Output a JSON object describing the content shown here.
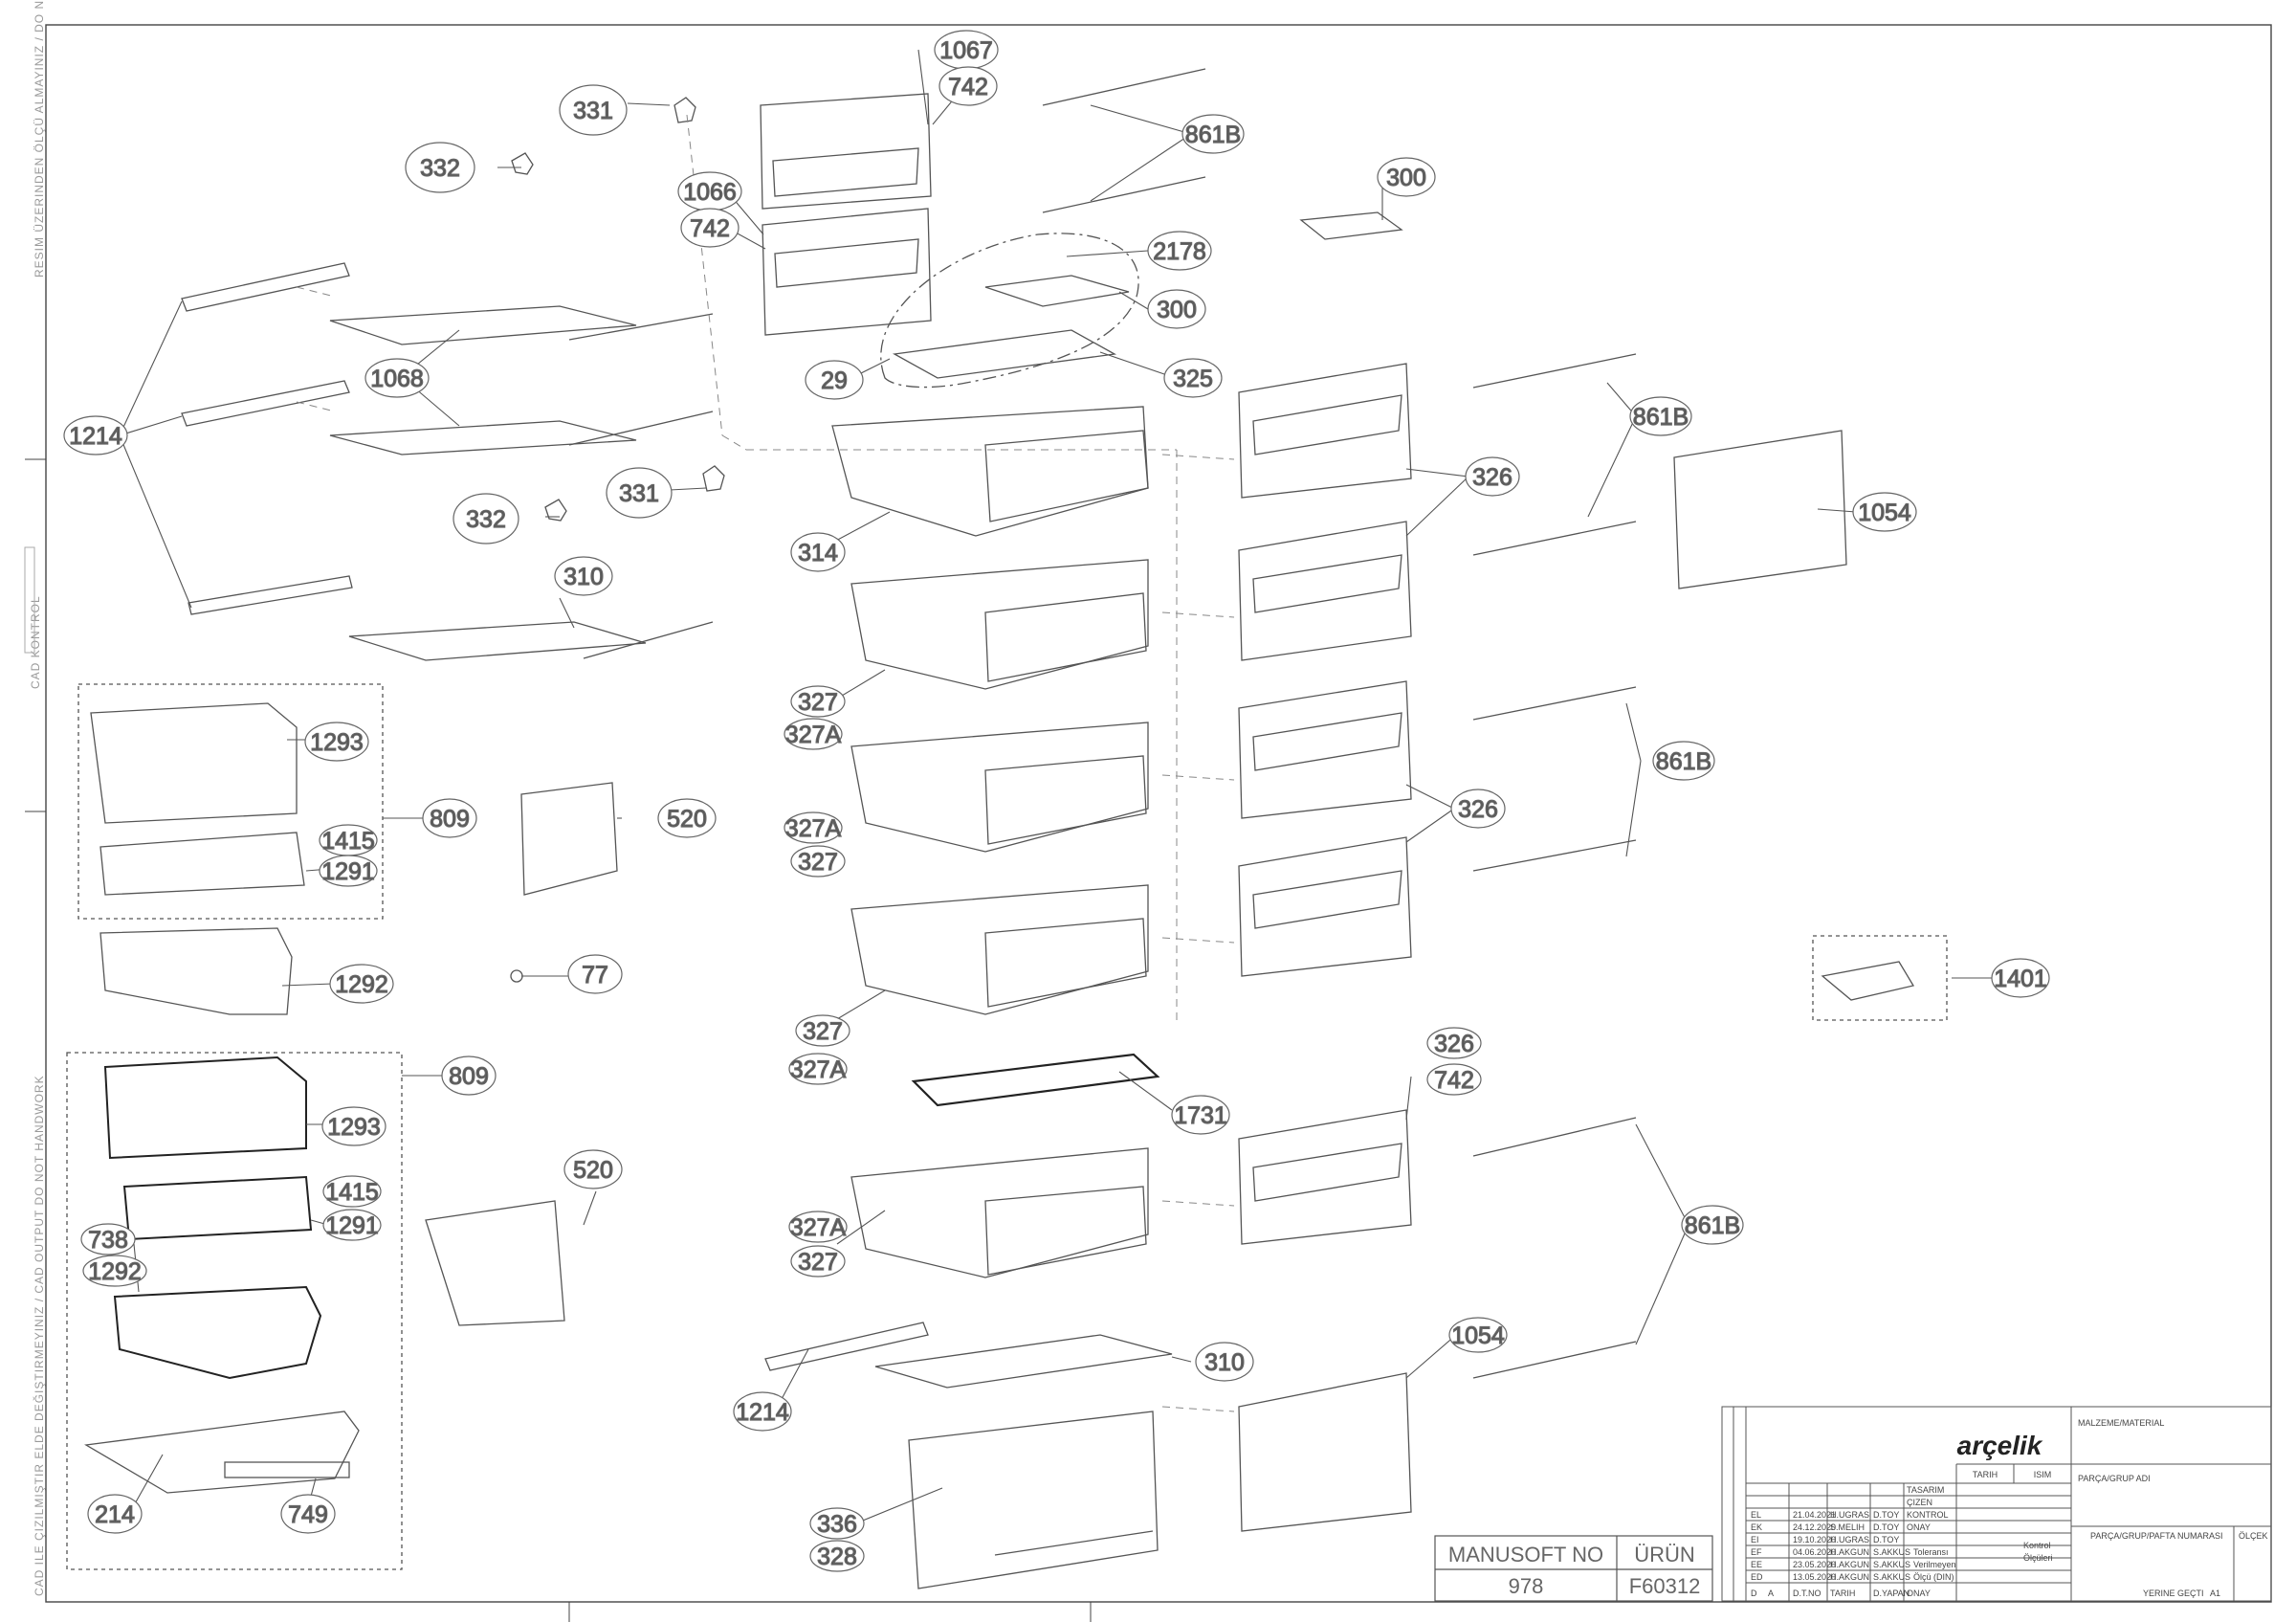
{
  "side_notes": {
    "top": "RESIM ÜZERINDEN ÖLÇÜ ALMAYINIZ / DO NOT SCALE",
    "middle": "CAD KONTROL",
    "bottom": "CAD ILE ÇIZILMIŞTIR ELDE DEĞIŞTIRMEYINIZ / CAD OUTPUT DO NOT HANDWORK"
  },
  "callouts": [
    {
      "id": "1067",
      "label": "1067"
    },
    {
      "id": "742a",
      "label": "742"
    },
    {
      "id": "331a",
      "label": "331"
    },
    {
      "id": "332a",
      "label": "332"
    },
    {
      "id": "861Ba",
      "label": "861B"
    },
    {
      "id": "300a",
      "label": "300"
    },
    {
      "id": "1066",
      "label": "1066"
    },
    {
      "id": "742b",
      "label": "742"
    },
    {
      "id": "2178",
      "label": "2178"
    },
    {
      "id": "300b",
      "label": "300"
    },
    {
      "id": "29",
      "label": "29"
    },
    {
      "id": "325",
      "label": "325"
    },
    {
      "id": "1068",
      "label": "1068"
    },
    {
      "id": "1214a",
      "label": "1214"
    },
    {
      "id": "861Bb",
      "label": "861B"
    },
    {
      "id": "326a",
      "label": "326"
    },
    {
      "id": "1054a",
      "label": "1054"
    },
    {
      "id": "332b",
      "label": "332"
    },
    {
      "id": "331b",
      "label": "331"
    },
    {
      "id": "314",
      "label": "314"
    },
    {
      "id": "310a",
      "label": "310"
    },
    {
      "id": "1293a",
      "label": "1293"
    },
    {
      "id": "809a",
      "label": "809"
    },
    {
      "id": "1415a",
      "label": "1415"
    },
    {
      "id": "1291a",
      "label": "1291"
    },
    {
      "id": "520a",
      "label": "520"
    },
    {
      "id": "327a",
      "label": "327"
    },
    {
      "id": "327Aa",
      "label": "327A"
    },
    {
      "id": "327Ab",
      "label": "327A"
    },
    {
      "id": "327b",
      "label": "327"
    },
    {
      "id": "861Bc",
      "label": "861B"
    },
    {
      "id": "326b",
      "label": "326"
    },
    {
      "id": "1292a",
      "label": "1292"
    },
    {
      "id": "77",
      "label": "77"
    },
    {
      "id": "1401",
      "label": "1401"
    },
    {
      "id": "327c",
      "label": "327"
    },
    {
      "id": "327Ac",
      "label": "327A"
    },
    {
      "id": "809b",
      "label": "809"
    },
    {
      "id": "1293b",
      "label": "1293"
    },
    {
      "id": "1731",
      "label": "1731"
    },
    {
      "id": "326c",
      "label": "326"
    },
    {
      "id": "742c",
      "label": "742"
    },
    {
      "id": "520b",
      "label": "520"
    },
    {
      "id": "1415b",
      "label": "1415"
    },
    {
      "id": "1291b",
      "label": "1291"
    },
    {
      "id": "738",
      "label": "738"
    },
    {
      "id": "1292b",
      "label": "1292"
    },
    {
      "id": "327Ad",
      "label": "327A"
    },
    {
      "id": "327d",
      "label": "327"
    },
    {
      "id": "861Bd",
      "label": "861B"
    },
    {
      "id": "1054b",
      "label": "1054"
    },
    {
      "id": "310b",
      "label": "310"
    },
    {
      "id": "1214b",
      "label": "1214"
    },
    {
      "id": "214",
      "label": "214"
    },
    {
      "id": "749",
      "label": "749"
    },
    {
      "id": "336",
      "label": "336"
    },
    {
      "id": "328",
      "label": "328"
    }
  ],
  "manusoft": {
    "h1": "MANUSOFT NO",
    "h2": "ÜRÜN",
    "v1": "978",
    "v2": "F60312"
  },
  "title_block": {
    "brand": "arçelik",
    "material": "MALZEME/MATERIAL",
    "part_name": "PARÇA/GRUP ADI",
    "part_no": "PARÇA/GRUP/PAFTA NUMARASI",
    "scale": "ÖLÇEK",
    "replaces": "YERINE GEÇTI",
    "sheet": "A1",
    "col_date": "TARIH",
    "col_name": "ISIM",
    "roles": [
      "TASARIM",
      "ÇIZEN",
      "KONTROL",
      "ONAY"
    ],
    "rev_letters": [
      "EL",
      "EK",
      "EI",
      "EF",
      "EE",
      "ED"
    ],
    "rev_dates": [
      "21.04.2021",
      "24.12.2020",
      "19.10.2020",
      "04.06.2020",
      "23.05.2020",
      "13.05.2020"
    ],
    "rev_names": [
      "H.UGRAS",
      "S.MELIH",
      "H.UGRAS",
      "H.AKGUN",
      "H.AKGUN",
      "H.AKGUN"
    ],
    "rev_checks": [
      "D.TOY",
      "D.TOY",
      "D.TOY",
      "S.AKKUS",
      "S.AKKUS",
      "S.AKKUS"
    ],
    "footer": [
      "D",
      "A",
      "D.T.NO",
      "TARIH",
      "D.YAPAN",
      "ONAY"
    ],
    "tolerance": [
      "Toleransı",
      "Verilmeyen",
      "Ölçü (DIN)"
    ],
    "control": [
      "Kontrol",
      "Ölçüleri"
    ]
  }
}
